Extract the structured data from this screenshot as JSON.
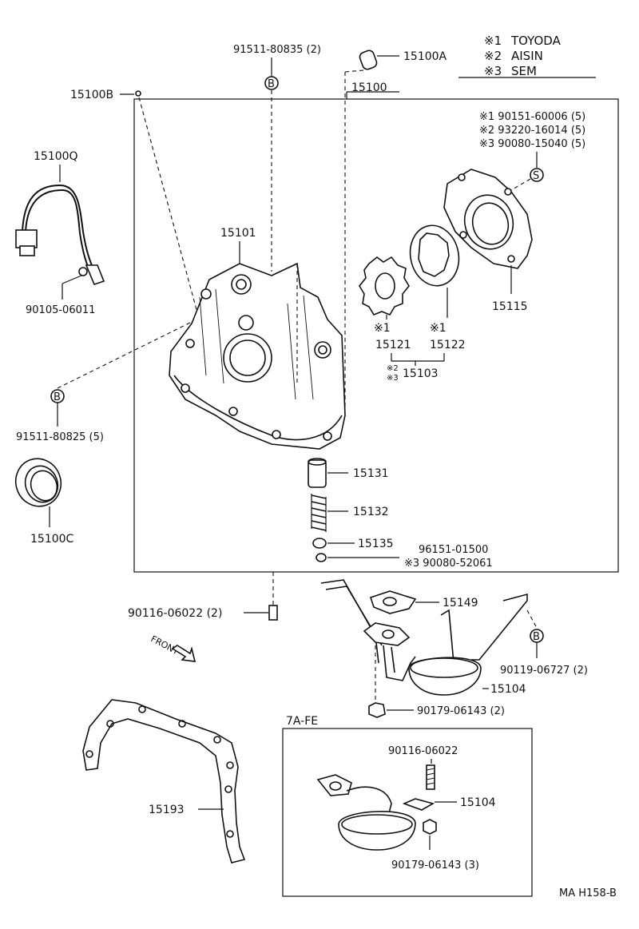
{
  "legend": {
    "items": [
      {
        "mark": "※1",
        "text": "TOYODA"
      },
      {
        "mark": "※2",
        "text": "AISIN"
      },
      {
        "mark": "※3",
        "text": "SEM"
      }
    ]
  },
  "parts": {
    "p91511_80835": "91511-80835 (2)",
    "p15100A": "15100A",
    "p15100": "15100",
    "p15100B": "15100B",
    "p15100Q": "15100Q",
    "p90105": "90105-06011",
    "p91511_80825": "91511-80825 (5)",
    "p15100C": "15100C",
    "p15101": "15101",
    "screw1": "※1  90151-60006 (5)",
    "screw2": "※2  93220-16014 (5)",
    "screw3": "※3  90080-15040 (5)",
    "p15115": "15115",
    "mark15121": "※1",
    "p15121": "15121",
    "mark15122": "※1",
    "p15122": "15122",
    "mark15103a": "※2",
    "mark15103b": "※3",
    "p15103": "15103",
    "p15131": "15131",
    "p15132": "15132",
    "p15135": "15135",
    "p96151": "96151-01500",
    "p90080_52061": "※3 90080-52061",
    "p90116_main": "90116-06022 (2)",
    "front": "FRONT",
    "p15149": "15149",
    "p90119": "90119-06727 (2)",
    "p15104": "15104",
    "p90179_main": "90179-06143 (2)",
    "p15193": "15193",
    "inset_title": "7A-FE",
    "inset_90116": "90116-06022",
    "inset_15104": "15104",
    "inset_90179": "90179-06143 (3)",
    "ref_code": "MA H158-B"
  },
  "callout_symbols": {
    "b": "B",
    "s": "S"
  }
}
